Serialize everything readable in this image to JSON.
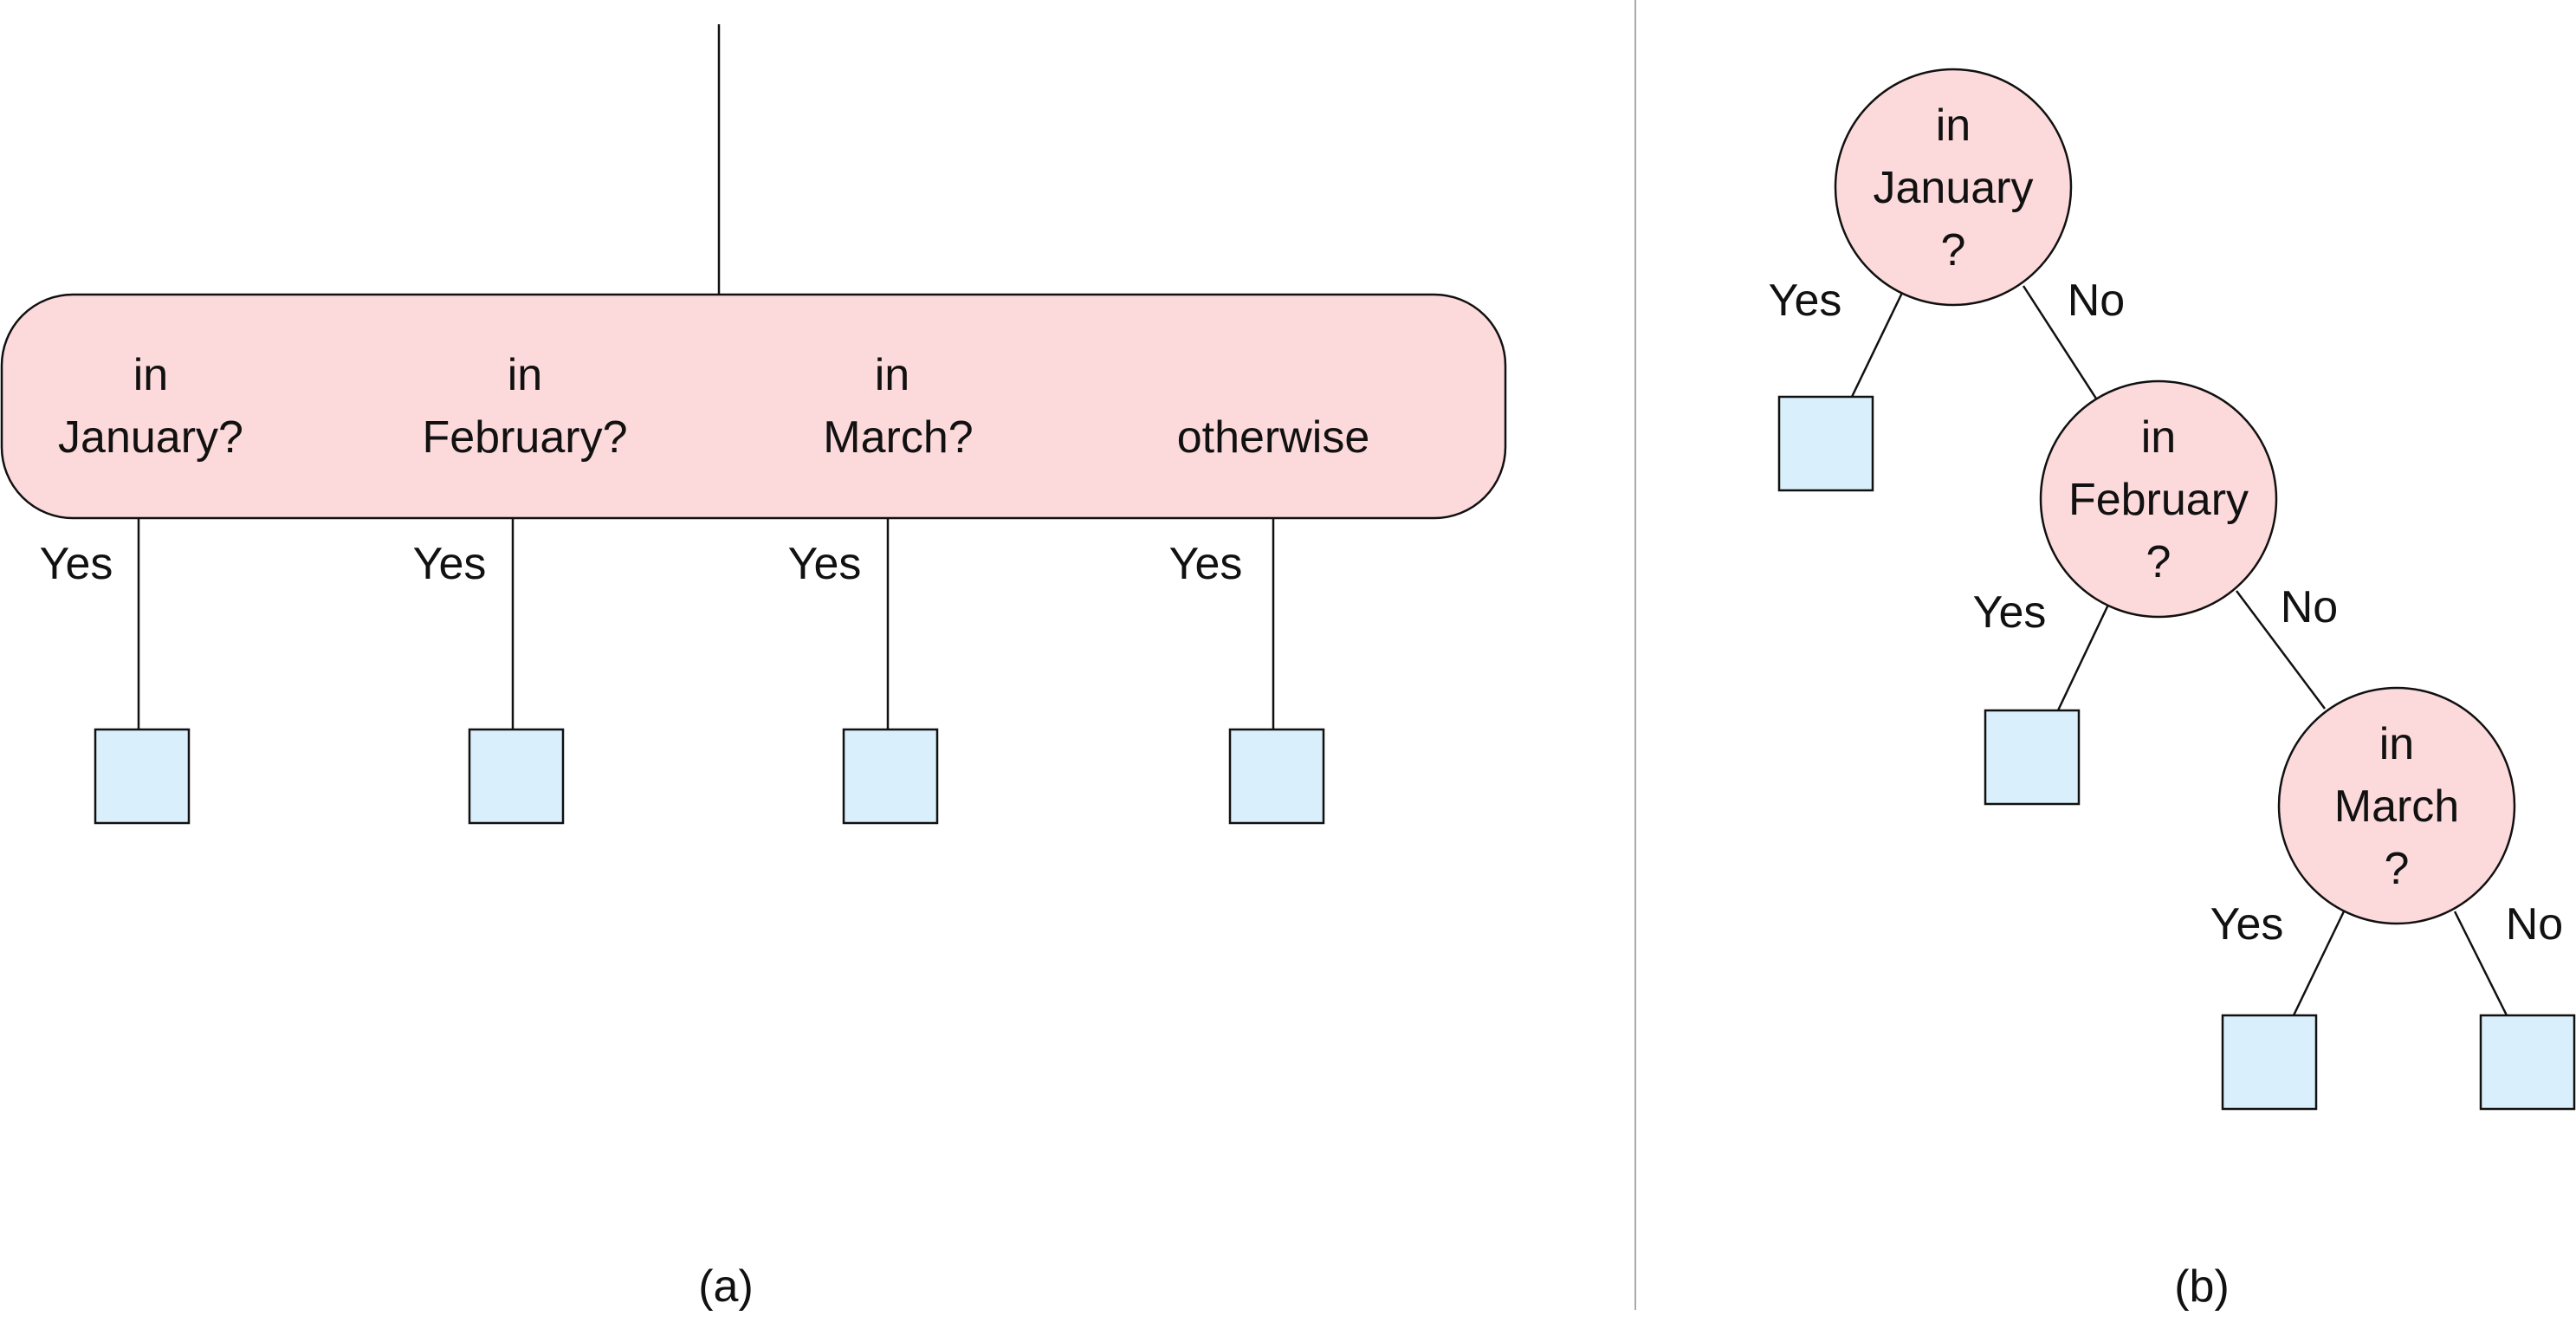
{
  "panel_a": {
    "caption": "(a)",
    "options": [
      {
        "line1": "in",
        "line2": "January?"
      },
      {
        "line1": "in",
        "line2": "February?"
      },
      {
        "line1": "in",
        "line2": "March?"
      },
      {
        "line1": "",
        "line2": "otherwise"
      }
    ],
    "branch_label": "Yes"
  },
  "panel_b": {
    "caption": "(b)",
    "nodes": [
      {
        "line1": "in",
        "line2": "January",
        "line3": "?"
      },
      {
        "line1": "in",
        "line2": "February",
        "line3": "?"
      },
      {
        "line1": "in",
        "line2": "March",
        "line3": "?"
      }
    ],
    "yes_label": "Yes",
    "no_label": "No"
  },
  "colors": {
    "node_fill": "#fcd9da",
    "leaf_fill": "#d9effb",
    "stroke": "#111111",
    "divider": "#aaaaaa"
  }
}
